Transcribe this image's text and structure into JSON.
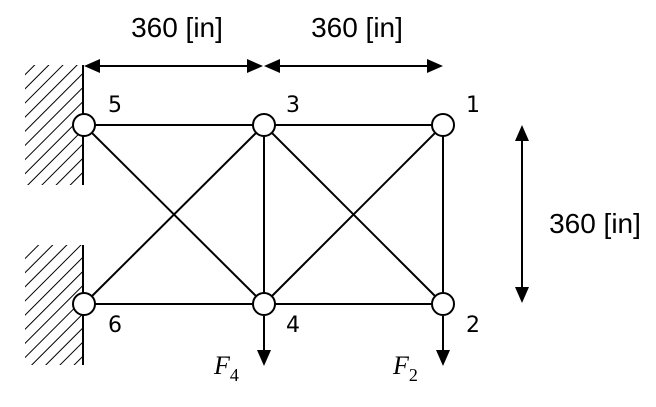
{
  "dimensions": {
    "top_left": "360 [in]",
    "top_right": "360 [in]",
    "right_vertical": "360 [in]"
  },
  "nodes": [
    {
      "id": "1",
      "label": "1"
    },
    {
      "id": "2",
      "label": "2"
    },
    {
      "id": "3",
      "label": "3"
    },
    {
      "id": "4",
      "label": "4"
    },
    {
      "id": "5",
      "label": "5"
    },
    {
      "id": "6",
      "label": "6"
    }
  ],
  "members": [
    [
      "5",
      "3"
    ],
    [
      "3",
      "1"
    ],
    [
      "6",
      "4"
    ],
    [
      "4",
      "2"
    ],
    [
      "3",
      "4"
    ],
    [
      "1",
      "2"
    ],
    [
      "5",
      "4"
    ],
    [
      "6",
      "3"
    ],
    [
      "3",
      "2"
    ],
    [
      "4",
      "1"
    ]
  ],
  "loads": [
    {
      "node": "4",
      "symbol": "F",
      "subscript": "4"
    },
    {
      "node": "2",
      "symbol": "F",
      "subscript": "2"
    }
  ],
  "supports": [
    "5",
    "6"
  ]
}
